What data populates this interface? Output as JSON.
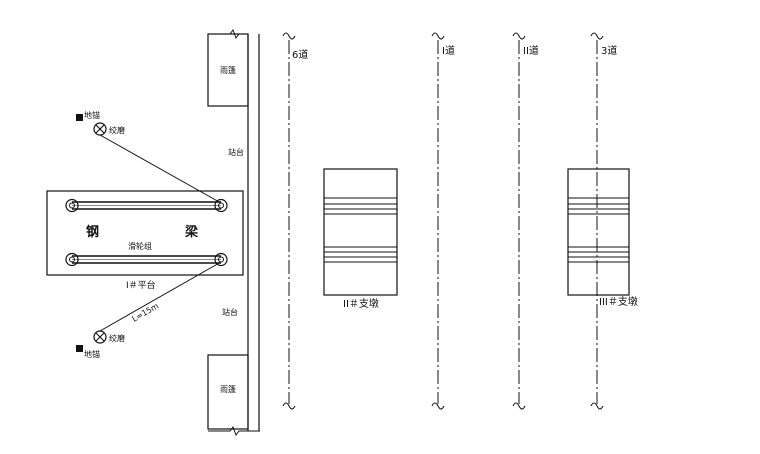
{
  "labels": {
    "anchor_top": "地锚",
    "winch_top": "绞磨",
    "anchor_bottom": "地锚",
    "winch_bottom": "绞磨",
    "steel": "钢",
    "beam": "梁",
    "pulley_group": "滑轮组",
    "platform_1": "I＃平台",
    "length": "L=15m",
    "station_top": "站台",
    "station_bottom": "站台",
    "wall_top": "雨篷",
    "wall_bottom": "雨篷",
    "track_6": "6道",
    "track_1": "I道",
    "track_2": "II道",
    "track_3": "3道",
    "support_2": "II＃支墩",
    "support_3": "III＃支墩"
  }
}
